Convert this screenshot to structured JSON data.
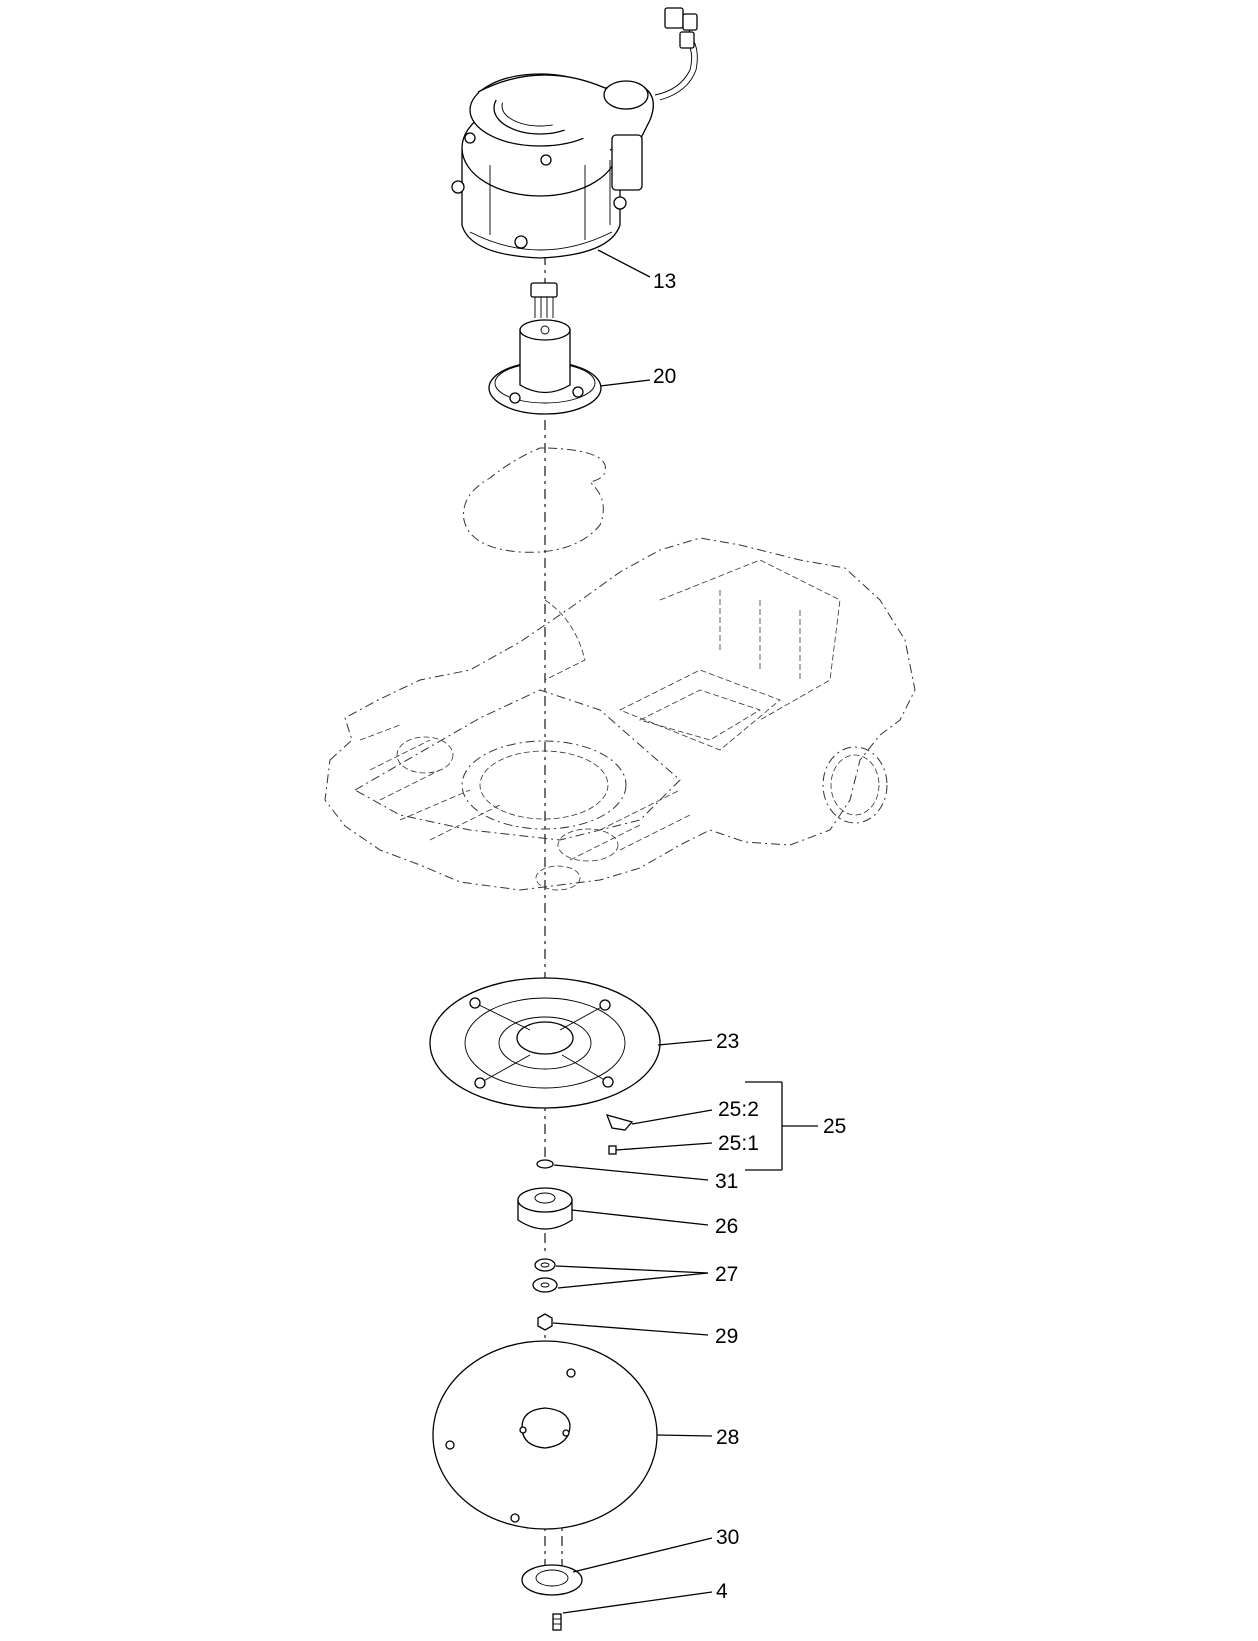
{
  "callouts": [
    {
      "id": "c13",
      "text": "13"
    },
    {
      "id": "c20",
      "text": "20"
    },
    {
      "id": "c23",
      "text": "23"
    },
    {
      "id": "c25_2",
      "text": "25:2"
    },
    {
      "id": "c25_1",
      "text": "25:1"
    },
    {
      "id": "c25",
      "text": "25"
    },
    {
      "id": "c31",
      "text": "31"
    },
    {
      "id": "c26",
      "text": "26"
    },
    {
      "id": "c27",
      "text": "27"
    },
    {
      "id": "c29",
      "text": "29"
    },
    {
      "id": "c28",
      "text": "28"
    },
    {
      "id": "c30",
      "text": "30"
    },
    {
      "id": "c4",
      "text": "4"
    }
  ]
}
